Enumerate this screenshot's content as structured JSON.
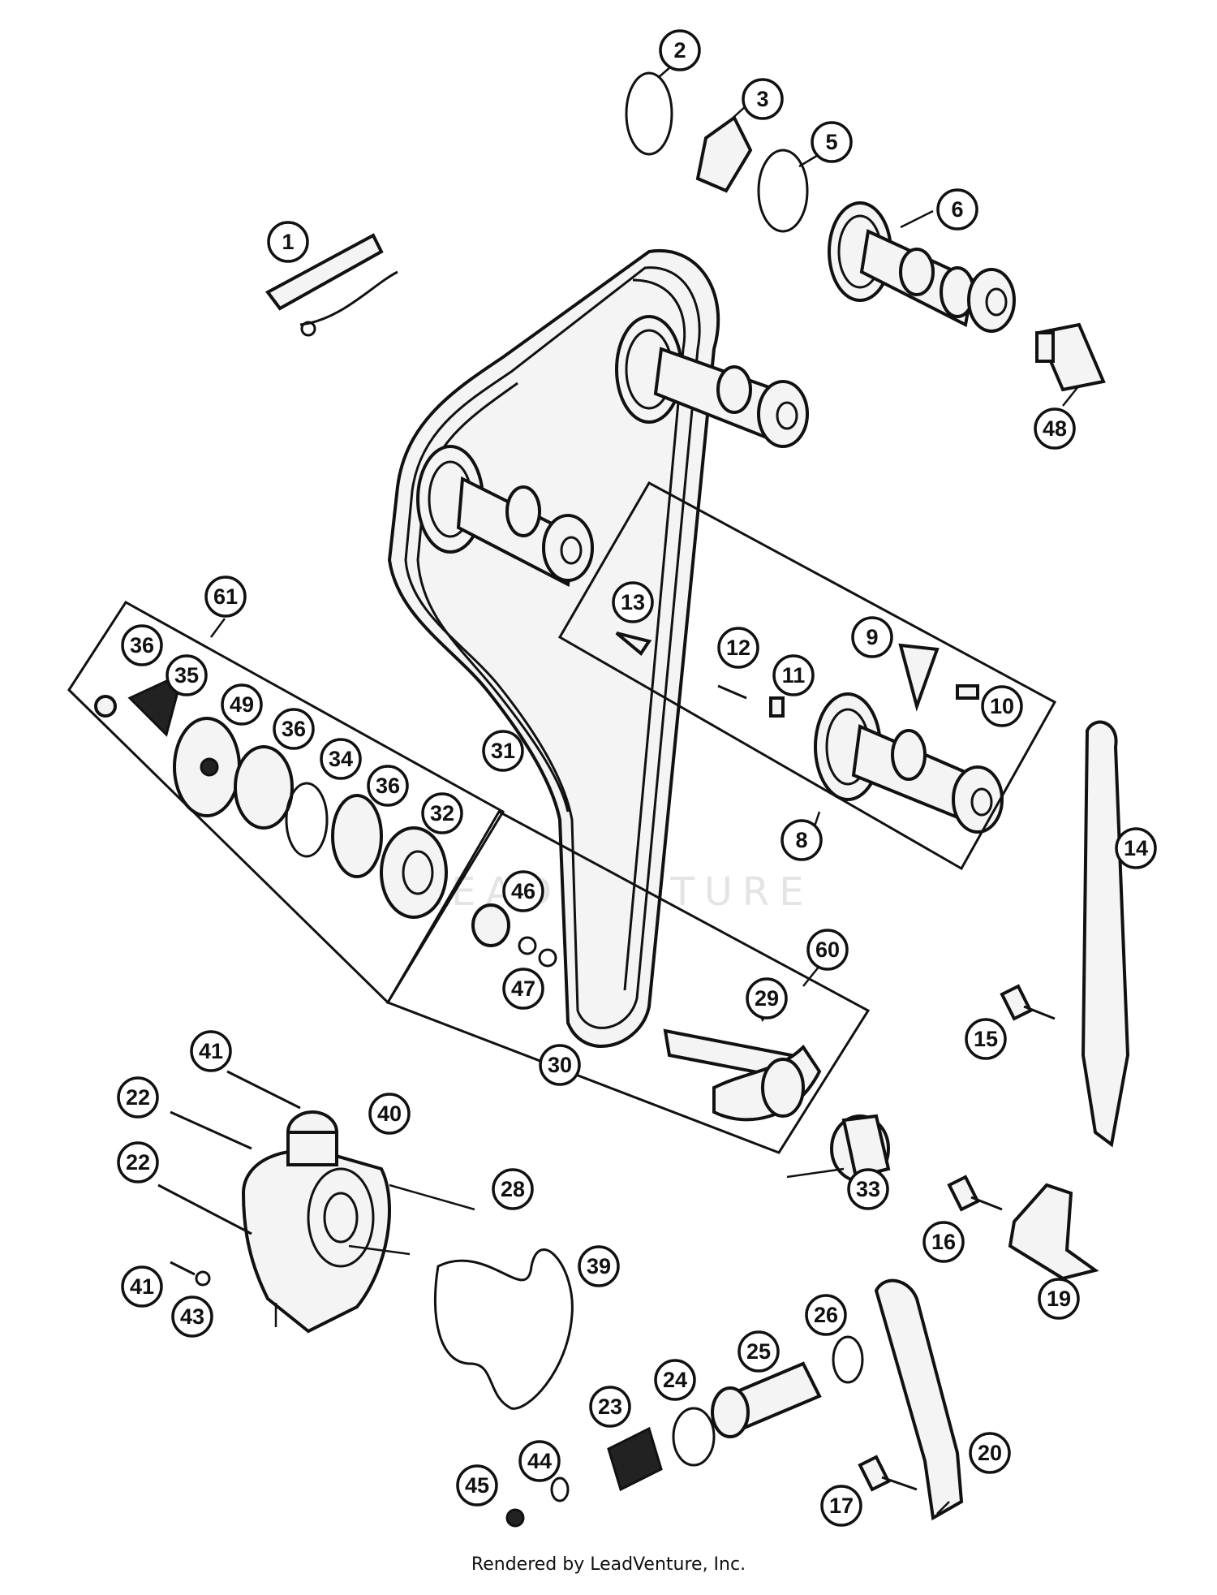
{
  "diagram": {
    "callouts": [
      {
        "id": "c1",
        "label": "1"
      },
      {
        "id": "c2",
        "label": "2"
      },
      {
        "id": "c3",
        "label": "3"
      },
      {
        "id": "c5",
        "label": "5"
      },
      {
        "id": "c6",
        "label": "6"
      },
      {
        "id": "c48",
        "label": "48"
      },
      {
        "id": "c61",
        "label": "61"
      },
      {
        "id": "c36a",
        "label": "36"
      },
      {
        "id": "c35",
        "label": "35"
      },
      {
        "id": "c49",
        "label": "49"
      },
      {
        "id": "c36b",
        "label": "36"
      },
      {
        "id": "c34",
        "label": "34"
      },
      {
        "id": "c36c",
        "label": "36"
      },
      {
        "id": "c32",
        "label": "32"
      },
      {
        "id": "c31",
        "label": "31"
      },
      {
        "id": "c13",
        "label": "13"
      },
      {
        "id": "c12",
        "label": "12"
      },
      {
        "id": "c11",
        "label": "11"
      },
      {
        "id": "c9",
        "label": "9"
      },
      {
        "id": "c10",
        "label": "10"
      },
      {
        "id": "c8",
        "label": "8"
      },
      {
        "id": "c14",
        "label": "14"
      },
      {
        "id": "c46",
        "label": "46"
      },
      {
        "id": "c47",
        "label": "47"
      },
      {
        "id": "c60",
        "label": "60"
      },
      {
        "id": "c29",
        "label": "29"
      },
      {
        "id": "c30",
        "label": "30"
      },
      {
        "id": "c15",
        "label": "15"
      },
      {
        "id": "c41a",
        "label": "41"
      },
      {
        "id": "c22a",
        "label": "22"
      },
      {
        "id": "c40",
        "label": "40"
      },
      {
        "id": "c22b",
        "label": "22"
      },
      {
        "id": "c28",
        "label": "28"
      },
      {
        "id": "c33",
        "label": "33"
      },
      {
        "id": "c16",
        "label": "16"
      },
      {
        "id": "c19",
        "label": "19"
      },
      {
        "id": "c39",
        "label": "39"
      },
      {
        "id": "c41b",
        "label": "41"
      },
      {
        "id": "c43",
        "label": "43"
      },
      {
        "id": "c26",
        "label": "26"
      },
      {
        "id": "c25",
        "label": "25"
      },
      {
        "id": "c24",
        "label": "24"
      },
      {
        "id": "c23",
        "label": "23"
      },
      {
        "id": "c44",
        "label": "44"
      },
      {
        "id": "c45",
        "label": "45"
      },
      {
        "id": "c20",
        "label": "20"
      },
      {
        "id": "c17",
        "label": "17"
      }
    ],
    "watermark": "LEADVENTURE",
    "footer": "Rendered by LeadVenture, Inc."
  }
}
